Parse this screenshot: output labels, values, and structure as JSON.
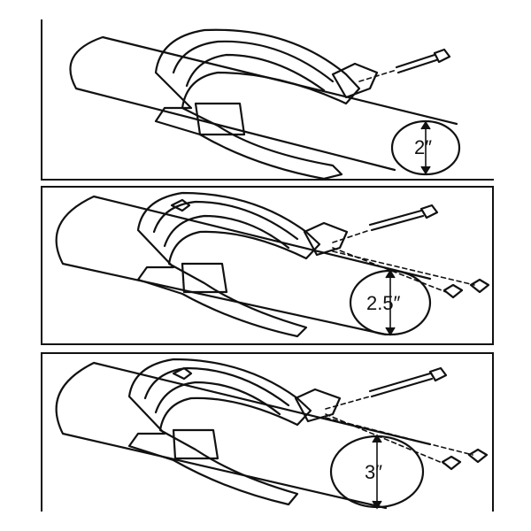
{
  "panels": [
    {
      "size_label": "2″",
      "pipe_diameter_in": 2,
      "has_nuts": false
    },
    {
      "size_label": "2.5″",
      "pipe_diameter_in": 2.5,
      "has_nuts": true
    },
    {
      "size_label": "3″",
      "pipe_diameter_in": 3,
      "has_nuts": true
    }
  ]
}
